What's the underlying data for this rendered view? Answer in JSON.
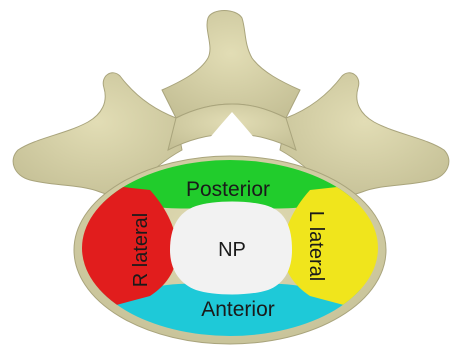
{
  "labels": {
    "posterior": "Posterior",
    "np": "NP",
    "r_lateral": "R lateral",
    "l_lateral": "L lateral",
    "anterior": "Anterior"
  },
  "colors": {
    "bone": "#d6d2a6",
    "bone_shadow": "#b9b48a",
    "posterior": "#21cc2c",
    "r_lateral": "#e11d1d",
    "l_lateral": "#f0e51c",
    "anterior": "#1ec9d8",
    "np": "#f2f2f2",
    "text": "#1a1a1a"
  }
}
